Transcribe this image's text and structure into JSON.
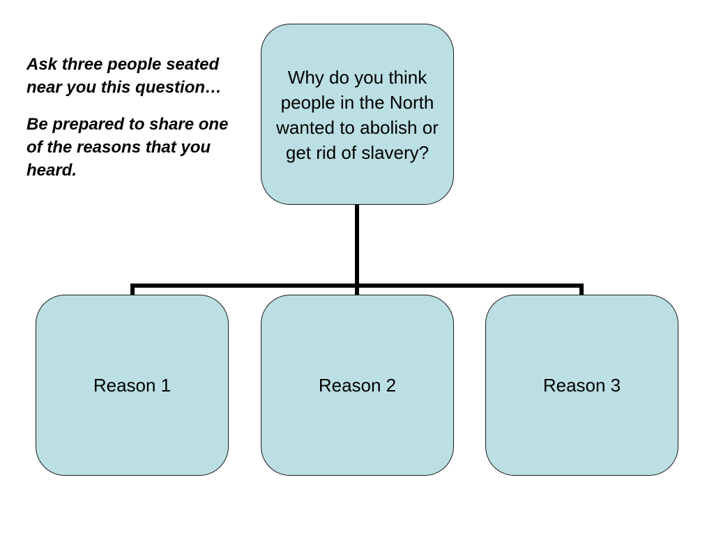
{
  "instructions": {
    "line1": "Ask three people seated near you this question…",
    "line2": "Be prepared to share one of the reasons that you heard."
  },
  "diagram": {
    "root": {
      "text": "Why do you think people in the North wanted to abolish or get rid of slavery?"
    },
    "children": [
      {
        "label": "Reason 1"
      },
      {
        "label": "Reason 2"
      },
      {
        "label": "Reason 3"
      }
    ],
    "colors": {
      "node_fill": "#bbdfe3",
      "node_border": "#1a1a1a",
      "connector": "#000000"
    }
  }
}
